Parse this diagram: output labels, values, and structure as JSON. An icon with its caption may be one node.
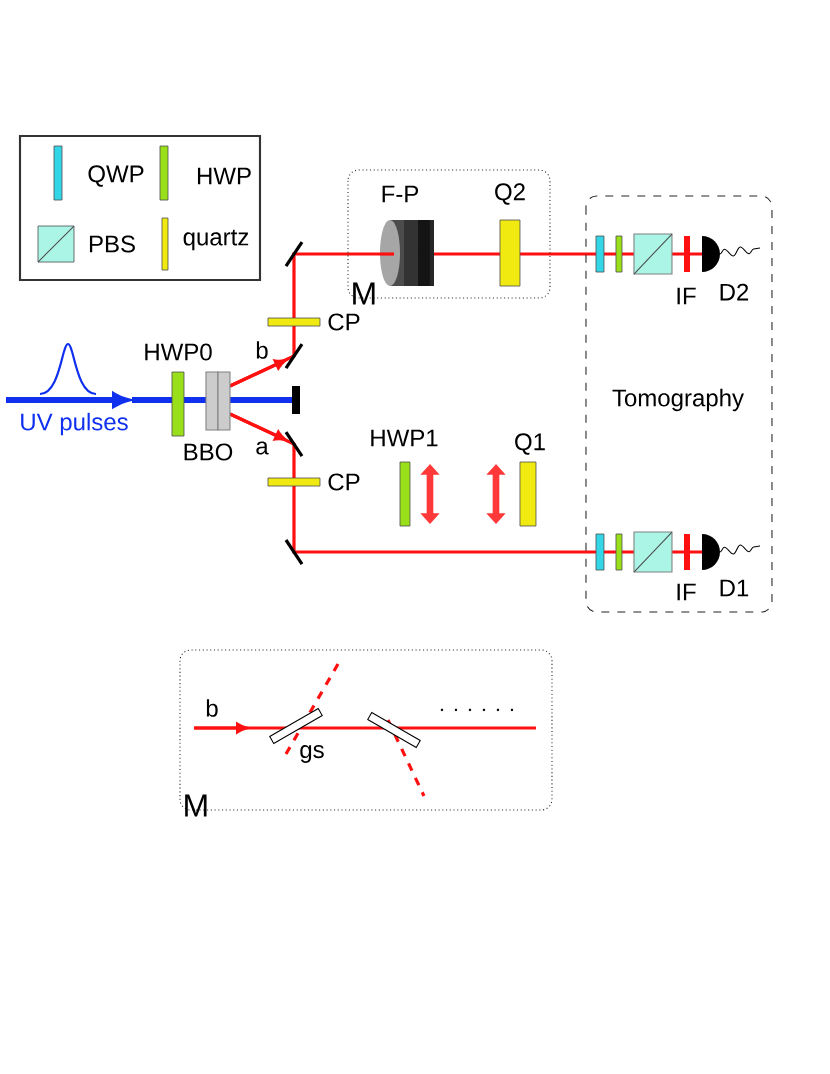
{
  "diagram": {
    "nodes": [
      {
        "text": [
          "M"
        ]
      },
      {
        "text": [
          "Tomography"
        ]
      },
      {
        "text": [
          "M"
        ]
      }
    ],
    "labels": [
      "F-P",
      "Q2",
      "HWP0",
      "b",
      "CP",
      "UV pulses",
      "BBO",
      "a",
      "CP",
      "HWP1",
      "Q1",
      "IF",
      "D2",
      "IF",
      "D1",
      "b",
      "gs"
    ],
    "legend": [
      {
        "text": "QWP",
        "color": "#33d6e6"
      },
      {
        "text": "HWP",
        "color": "#99e01a"
      },
      {
        "text": "PBS",
        "color": "#aaf5e6"
      },
      {
        "text": "quartz",
        "color": "#f0ea10"
      }
    ]
  }
}
